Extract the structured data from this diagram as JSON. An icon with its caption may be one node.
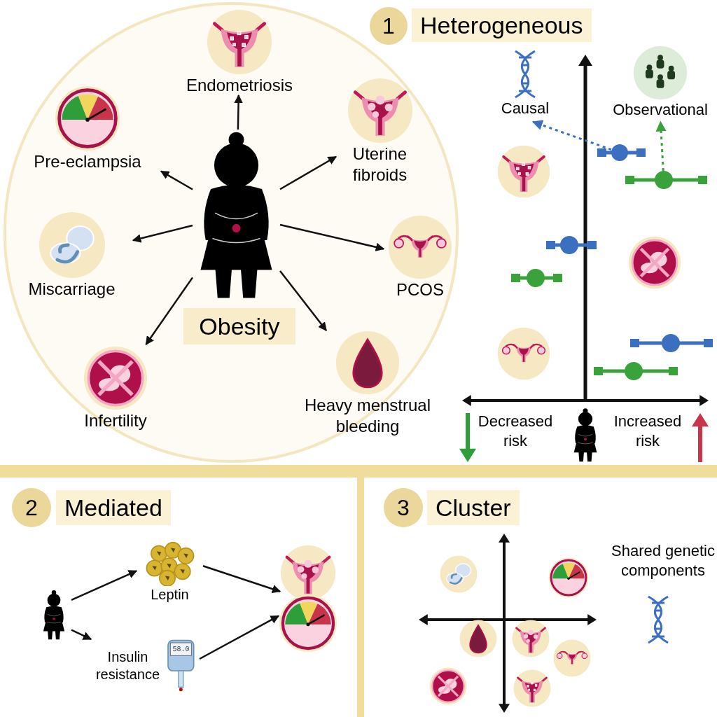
{
  "diagram": {
    "nodes": [
      {
        "text": [],
        "shape": "person"
      },
      {
        "text": [
          "Endometriosis"
        ]
      },
      {
        "text": [
          "Pre-eclampsia"
        ]
      },
      {
        "text": [
          "Uterine fibroids"
        ]
      },
      {
        "text": [
          "Miscarriage"
        ]
      },
      {
        "text": [
          "PCOS"
        ]
      },
      {
        "text": [
          "Infertility"
        ]
      },
      {
        "text": [
          "Heavy menstrual bleeding"
        ]
      },
      {
        "text": [
          "Causal"
        ]
      },
      {
        "text": [
          "Observational"
        ]
      },
      {
        "text": [],
        "shape": "circle"
      },
      {
        "text": [],
        "shape": "circle"
      },
      {
        "text": [],
        "shape": "person"
      },
      {
        "text": [
          "Leptin"
        ]
      },
      {
        "text": [
          "Insulin resistance"
        ]
      },
      {
        "text": [],
        "shape": "picture"
      },
      {
        "text": [],
        "shape": "picture"
      }
    ],
    "edges": [
      {
        "from": 0,
        "to": 1,
        "arrow": "to"
      },
      {
        "from": 0,
        "to": 2,
        "arrow": "to"
      },
      {
        "from": 0,
        "to": 3,
        "arrow": "to"
      },
      {
        "from": 0,
        "to": 4,
        "arrow": "to"
      },
      {
        "from": 0,
        "to": 5,
        "arrow": "to"
      },
      {
        "from": 0,
        "to": 6,
        "arrow": "to"
      },
      {
        "from": 0,
        "to": 7,
        "arrow": "to"
      },
      {
        "from": 10,
        "to": 8,
        "arrow": "to",
        "style": "dashed",
        "color": "#3b6fc0"
      },
      {
        "from": 11,
        "to": 9,
        "arrow": "to",
        "style": "dashed",
        "color": "#3aa23a"
      },
      {
        "from": 12,
        "to": 13,
        "arrow": "to"
      },
      {
        "from": 12,
        "to": 14,
        "arrow": "to"
      },
      {
        "from": 13,
        "to": 15,
        "arrow": "to"
      },
      {
        "from": 14,
        "to": 16,
        "arrow": "to"
      }
    ],
    "labels": [
      "1",
      "Heterogeneous",
      "Obesity",
      "Decreased risk",
      "Increased risk",
      "2",
      "Mediated",
      "58.0",
      "3",
      "Cluster",
      "Shared genetic components"
    ]
  }
}
